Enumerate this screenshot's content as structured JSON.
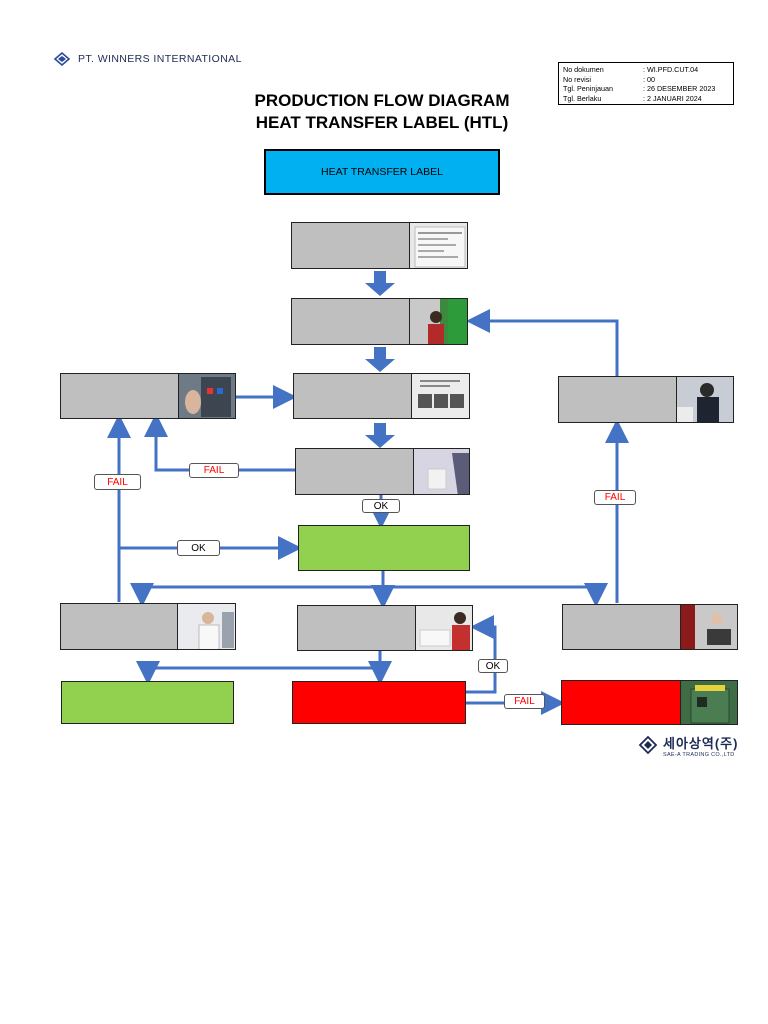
{
  "header": {
    "company": "PT. WINNERS INTERNATIONAL",
    "title_line1": "PRODUCTION FLOW DIAGRAM",
    "title_line2": "HEAT TRANSFER LABEL (HTL)"
  },
  "document_info": [
    {
      "key": "No dokumen",
      "value": ": WI.PFD.CUT.04"
    },
    {
      "key": "No revisi",
      "value": ": 00"
    },
    {
      "key": "Tgl. Peninjauan",
      "value": ": 26 DESEMBER 2023"
    },
    {
      "key": "Tgl. Berlaku",
      "value": ": 2 JANUARI 2024"
    }
  ],
  "flow": {
    "start_label": "HEAT TRANSFER LABEL",
    "decisions": {
      "ok": "OK",
      "fail": "FAIL"
    }
  },
  "footer_logo": {
    "name": "세아상역(주)",
    "sub": "SAE-A TRADING CO.,LTD"
  },
  "colors": {
    "start_box": "#00b0f0",
    "process_box": "#bfbfbf",
    "pass_box": "#92d050",
    "reject_box": "#ff0000",
    "arrow": "#4472c4",
    "fail_text": "#ff0000"
  }
}
